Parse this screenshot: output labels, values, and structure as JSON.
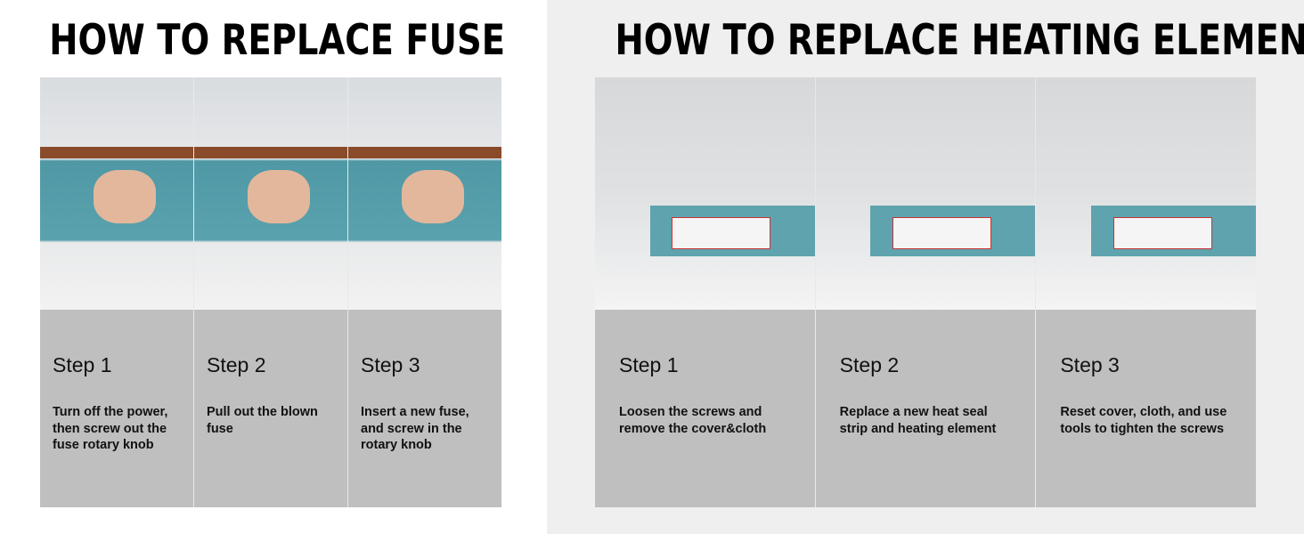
{
  "fuse": {
    "title": "HOW TO REPLACE FUSE",
    "steps": [
      {
        "name": "Step 1",
        "text": "Turn off the power, then screw out the fuse rotary knob"
      },
      {
        "name": "Step 2",
        "text": "Pull out the blown fuse"
      },
      {
        "name": "Step 3",
        "text": "Insert a new fuse, and screw in the rotary knob"
      }
    ]
  },
  "heating": {
    "title": "HOW TO REPLACE HEATING ELEMENT",
    "steps": [
      {
        "name": "Step 1",
        "text": "Loosen the screws and remove the cover&cloth"
      },
      {
        "name": "Step 2",
        "text": "Replace a new heat seal strip and heating element"
      },
      {
        "name": "Step 3",
        "text": "Reset cover, cloth, and use tools to tighten the screws"
      }
    ]
  },
  "colors": {
    "panel_left": "#ffffff",
    "panel_right": "#efefef",
    "step_box": "#bfbfbf",
    "sealer_teal": "#5aa2ae"
  }
}
